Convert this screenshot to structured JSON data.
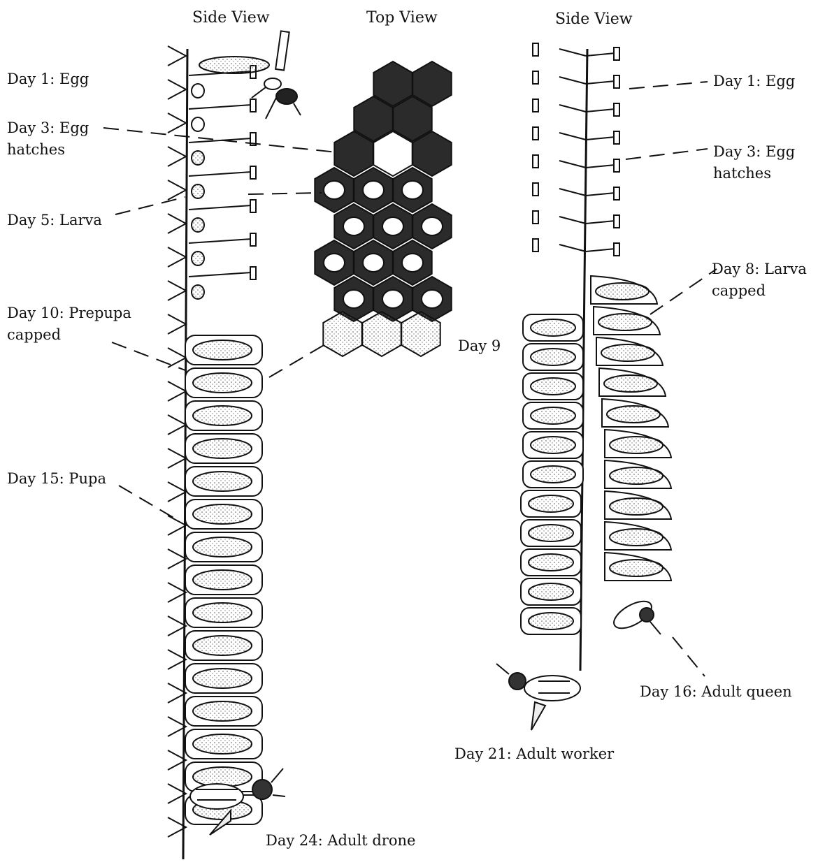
{
  "titles": {
    "left": "Side View",
    "middle": "Top View",
    "right": "Side View"
  },
  "left_labels": {
    "day1": "Day 1: Egg",
    "day3_line1": "Day 3: Egg",
    "day3_line2": "hatches",
    "day5": "Day 5: Larva",
    "day10_line1": "Day 10: Prepupa",
    "day10_line2": "capped",
    "day15": "Day 15: Pupa",
    "day24": "Day 24:  Adult drone"
  },
  "middle_labels": {
    "day9": "Day 9"
  },
  "right_labels": {
    "day1": "Day 1: Egg",
    "day3_line1": "Day 3: Egg",
    "day3_line2": "hatches",
    "day8_line1": "Day 8: Larva",
    "day8_line2": "capped",
    "day16": "Day 16: Adult queen",
    "day21": "Day 21: Adult worker"
  },
  "colors": {
    "ink": "#111111",
    "dark_cell": "#2b2b2b",
    "paper": "#ffffff",
    "stipple": "#bdbdbd"
  }
}
